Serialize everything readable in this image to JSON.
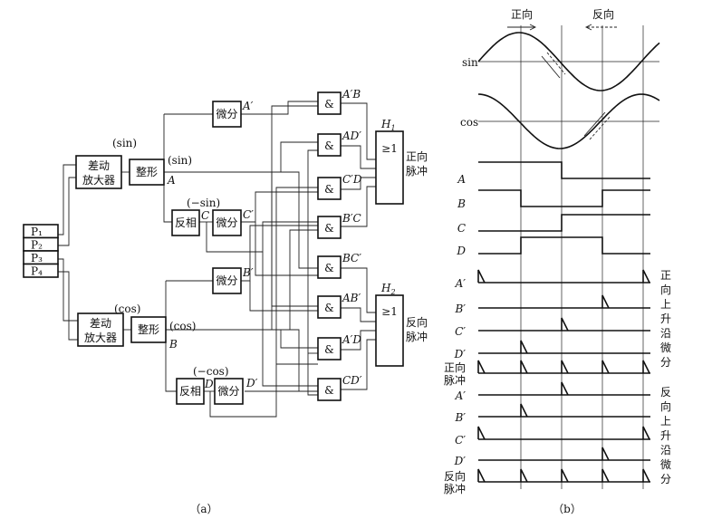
{
  "left": {
    "caption": "（a）",
    "sensors": [
      "P₁",
      "P₂",
      "P₃",
      "P₄"
    ],
    "diff_amp": "差动放大器",
    "shaper": "整形",
    "inverter": "反相",
    "differentiator": "微分",
    "and_gate": "&",
    "or_gate": "≥1",
    "sin_label": "(sin)",
    "cos_label": "(cos)",
    "neg_sin_label": "(−sin)",
    "neg_cos_label": "(−cos)",
    "signals": {
      "A": "A",
      "B": "B",
      "C": "C",
      "D": "D",
      "A1": "A′",
      "B1": "B′",
      "C1": "C′",
      "D1": "D′"
    },
    "gates": [
      "A′B",
      "AD′",
      "C′D",
      "B′C",
      "BC′",
      "AB′",
      "A′D",
      "CD′"
    ],
    "h1": "H",
    "h1_sub": "1",
    "h2": "H",
    "h2_sub": "2",
    "forward_pulse": "正向脉冲",
    "reverse_pulse": "反向脉冲"
  },
  "right": {
    "caption": "（b）",
    "forward": "正向",
    "reverse": "反向",
    "sin": "sin",
    "cos": "cos",
    "rows1": [
      "A",
      "B",
      "C",
      "D",
      "A′",
      "B′",
      "C′",
      "D′"
    ],
    "rows2": [
      "A′",
      "B′",
      "C′",
      "D′"
    ],
    "forward_pulse": "正向脉冲",
    "reverse_pulse": "反向脉冲",
    "forward_rise_diff": "正向上升沿微分",
    "reverse_rise_diff": "反向上升沿微分"
  }
}
